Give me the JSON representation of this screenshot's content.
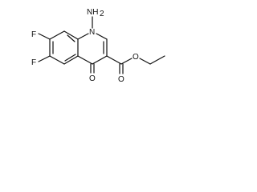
{
  "molecule": {
    "labels": {
      "amino": "NH",
      "amino_subscript": "2",
      "ring_nitrogen": "N",
      "fluorine_top": "F",
      "fluorine_bottom": "F",
      "ketone_oxygen": "O",
      "ester_carbonyl_oxygen": "O",
      "ester_oxygen": "O"
    }
  }
}
